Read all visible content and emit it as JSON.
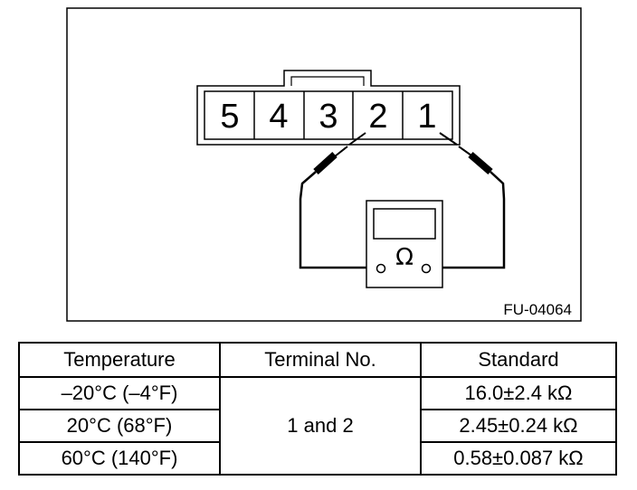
{
  "diagram": {
    "figure_code": "FU-04064",
    "terminals": [
      "5",
      "4",
      "3",
      "2",
      "1"
    ],
    "meter_symbol": "Ω"
  },
  "table": {
    "headers": [
      "Temperature",
      "Terminal No.",
      "Standard"
    ],
    "rows": [
      {
        "temperature": "–20°C (–4°F)",
        "standard": "16.0±2.4 kΩ"
      },
      {
        "temperature": "20°C (68°F)",
        "standard": "2.45±0.24 kΩ"
      },
      {
        "temperature": "60°C (140°F)",
        "standard": "0.58±0.087 kΩ"
      }
    ],
    "terminal_no": "1 and 2"
  }
}
